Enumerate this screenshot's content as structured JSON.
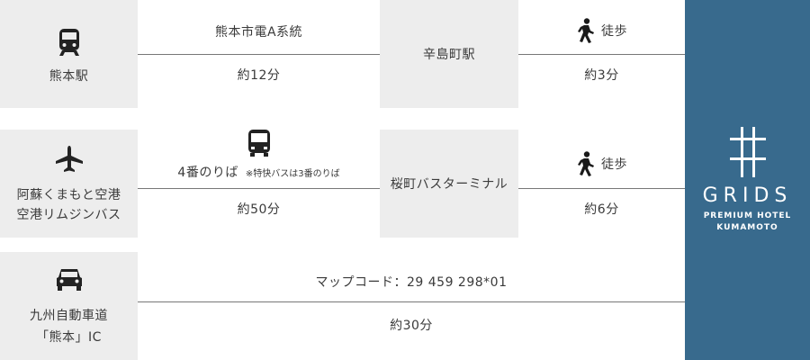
{
  "rows": [
    {
      "origin": {
        "icon": "train-icon",
        "label": "熊本駅"
      },
      "seg1_top": "熊本市電A系統",
      "seg1_bottom": "約12分",
      "transfer": "辛島町駅",
      "seg2_icon": "walk-icon",
      "seg2_top": "徒歩",
      "seg2_bottom": "約3分"
    },
    {
      "origin": {
        "icon": "airplane-icon",
        "label_line1": "阿蘇くまもと空港",
        "label_line2": "空港リムジンバス"
      },
      "seg1_icon": "bus-icon",
      "seg1_top": "4番のりば",
      "seg1_note": "※特快バスは3番のりば",
      "seg1_bottom": "約50分",
      "transfer": "桜町バスターミナル",
      "seg2_icon": "walk-icon",
      "seg2_top": "徒歩",
      "seg2_bottom": "約6分"
    },
    {
      "origin": {
        "icon": "car-icon",
        "label_line1": "九州自動車道",
        "label_line2": "「熊本」IC"
      },
      "top": "マップコード：29 459 298*01",
      "bottom": "約30分"
    }
  ],
  "brand": {
    "icon": "grids-logo-icon",
    "name": "GRIDS",
    "line1": "PREMIUM HOTEL",
    "line2": "KUMAMOTO",
    "color": "#386a8d"
  }
}
